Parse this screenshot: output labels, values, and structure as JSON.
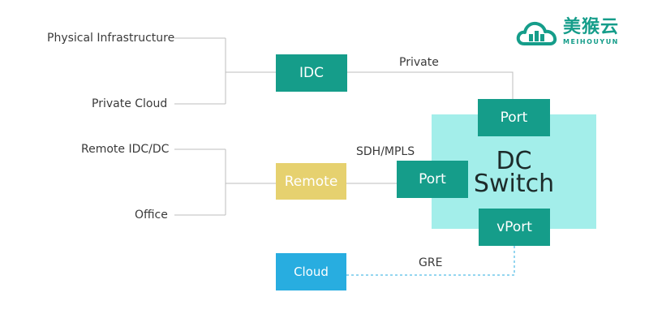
{
  "brand": {
    "name": "美猴云",
    "subtitle": "MEIHOUYUN",
    "icon": "cloud-building-icon",
    "color": "#159d8a"
  },
  "sources": {
    "physical_infrastructure": "Physical Infrastructure",
    "private_cloud": "Private Cloud",
    "remote_idc": "Remote IDC/DC",
    "office": "Office"
  },
  "nodes": {
    "idc": "IDC",
    "remote": "Remote",
    "cloud": "Cloud",
    "port_top": "Port",
    "port_left": "Port",
    "vport": "vPort"
  },
  "switch": {
    "line1": "DC",
    "line2": "Switch"
  },
  "links": {
    "private": "Private",
    "sdh_mpls": "SDH/MPLS",
    "gre": "GRE"
  },
  "colors": {
    "teal": "#159d8a",
    "yellow": "#e6d16f",
    "blue": "#28ade0",
    "switch": "#a3eeea",
    "line": "#bdbdbd",
    "dashed": "#28ade0"
  }
}
